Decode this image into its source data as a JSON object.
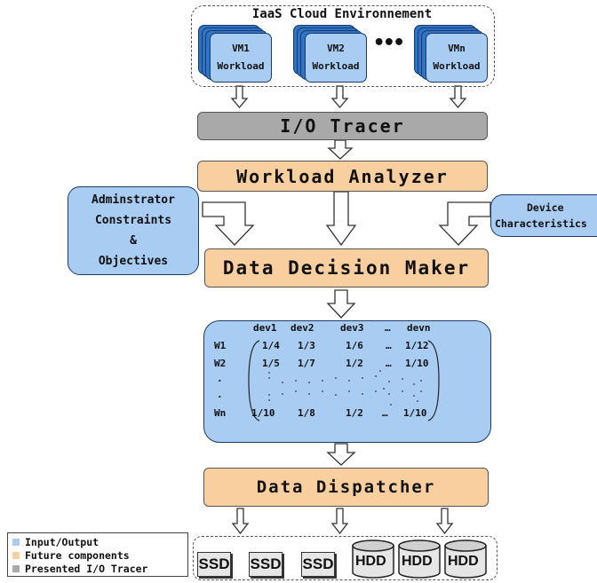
{
  "cloud": {
    "title": "IaaS Cloud Environnement",
    "vms": [
      {
        "name": "VM1",
        "label": "Workload"
      },
      {
        "name": "VM2",
        "label": "Workload"
      },
      {
        "name": "VMn",
        "label": "Workload"
      }
    ],
    "ellipsis": "•••"
  },
  "tracer": {
    "label": "I/O Tracer"
  },
  "analyzer": {
    "label": "Workload Analyzer"
  },
  "admin": {
    "line1": "Adminstrator",
    "line2": "Constraints",
    "line3": "&",
    "line4": "Objectives"
  },
  "device": {
    "line1": "Device",
    "line2": "Characteristics"
  },
  "decision": {
    "label": "Data Decision Maker"
  },
  "matrix": {
    "columns": [
      "dev1",
      "dev2",
      "dev3",
      "…",
      "devn"
    ],
    "rows": [
      {
        "label": "W1",
        "cells": [
          "1/4",
          "1/3",
          "1/6",
          "…",
          "1/12"
        ]
      },
      {
        "label": "W2",
        "cells": [
          "1/5",
          "1/7",
          "1/2",
          "…",
          "1/10"
        ]
      },
      {
        "label": ".",
        "cells": []
      },
      {
        "label": ".",
        "cells": []
      },
      {
        "label": "Wn",
        "cells": [
          "1/10",
          "1/8",
          "1/2",
          "…",
          "1/10"
        ]
      }
    ]
  },
  "dispatcher": {
    "label": "Data Dispatcher"
  },
  "storage": {
    "ssd": [
      "SSD",
      "SSD",
      "SSD"
    ],
    "hdd": [
      "HDD",
      "HDD",
      "HDD"
    ]
  },
  "legend": {
    "items": [
      {
        "label": "Input/Output",
        "color": "#a8ccf2"
      },
      {
        "label": "Future components",
        "color": "#f9cfa0"
      },
      {
        "label": "Presented I/O Tracer",
        "color": "#a9a9a9"
      }
    ]
  }
}
